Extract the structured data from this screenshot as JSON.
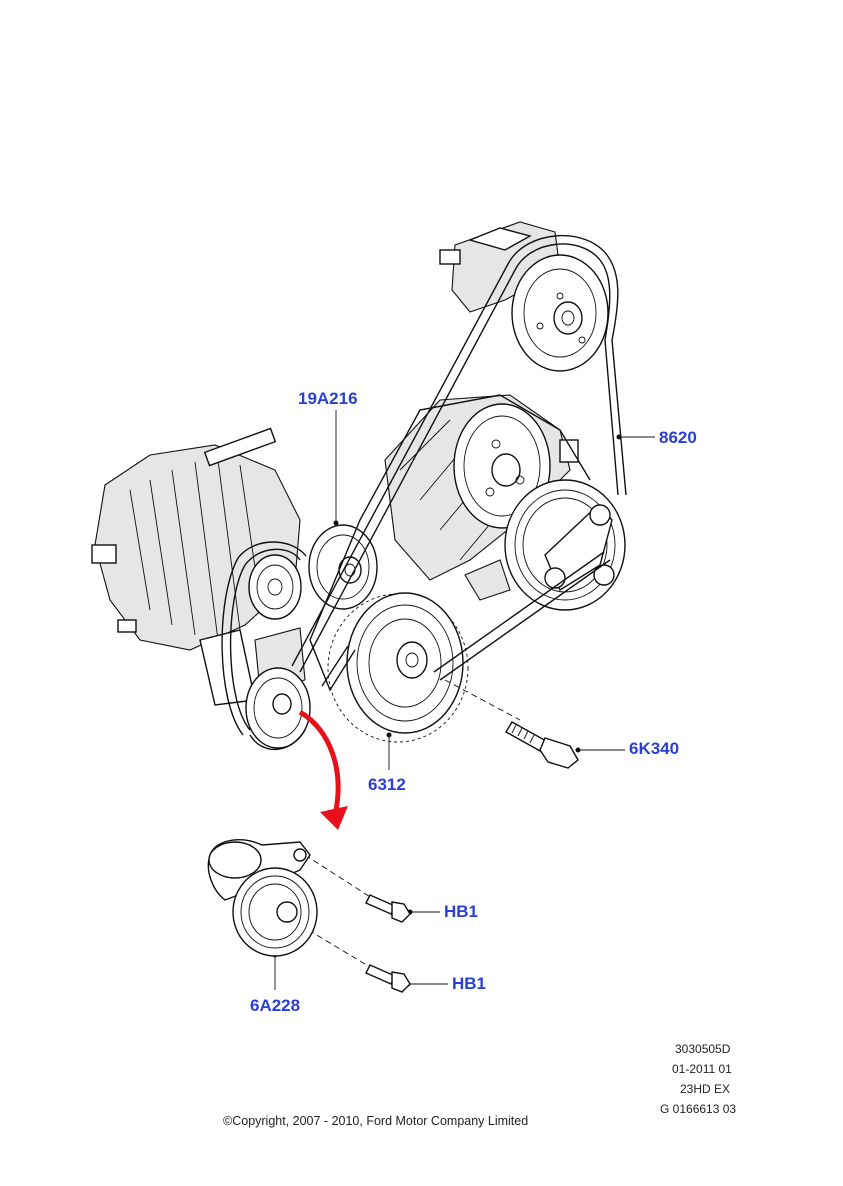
{
  "callouts": {
    "belt_tensioner_idler": "19A216",
    "drive_belt": "8620",
    "crankshaft_pulley": "6312",
    "pulley_bolt": "6K340",
    "tensioner_bolt_upper": "HB1",
    "tensioner_bolt_lower": "HB1",
    "tensioner": "6A228"
  },
  "footer": {
    "ref_code": "3030505D",
    "date_code": "01-2011 01",
    "engine_code": "23HD EX",
    "illustration_id": "G 0166613 03",
    "copyright": "©Copyright, 2007 - 2010, Ford Motor Company Limited"
  },
  "colors": {
    "callout_text": "#2a3fd8",
    "arrow": "#e8101a",
    "line_art": "#111111"
  }
}
